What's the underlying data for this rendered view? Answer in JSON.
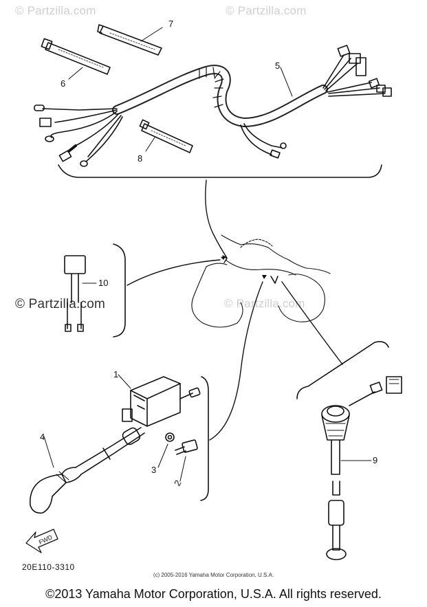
{
  "watermarks": {
    "top_left": "© Partzilla.com",
    "top_right": "© Partzilla.com",
    "mid_left": "© Partzilla.com",
    "mid_center": "© Partzilla.com"
  },
  "callouts": [
    "1",
    "2",
    "3",
    "4",
    "5",
    "6",
    "7",
    "8",
    "9",
    "10"
  ],
  "part_number": "20E110-3310",
  "small_copyright": "(c) 2005-2016 Yamaha Motor Corporation, U.S.A.",
  "copyright": "©2013 Yamaha Motor Corporation, U.S.A. All rights reserved.",
  "fwd_label": "FWD"
}
